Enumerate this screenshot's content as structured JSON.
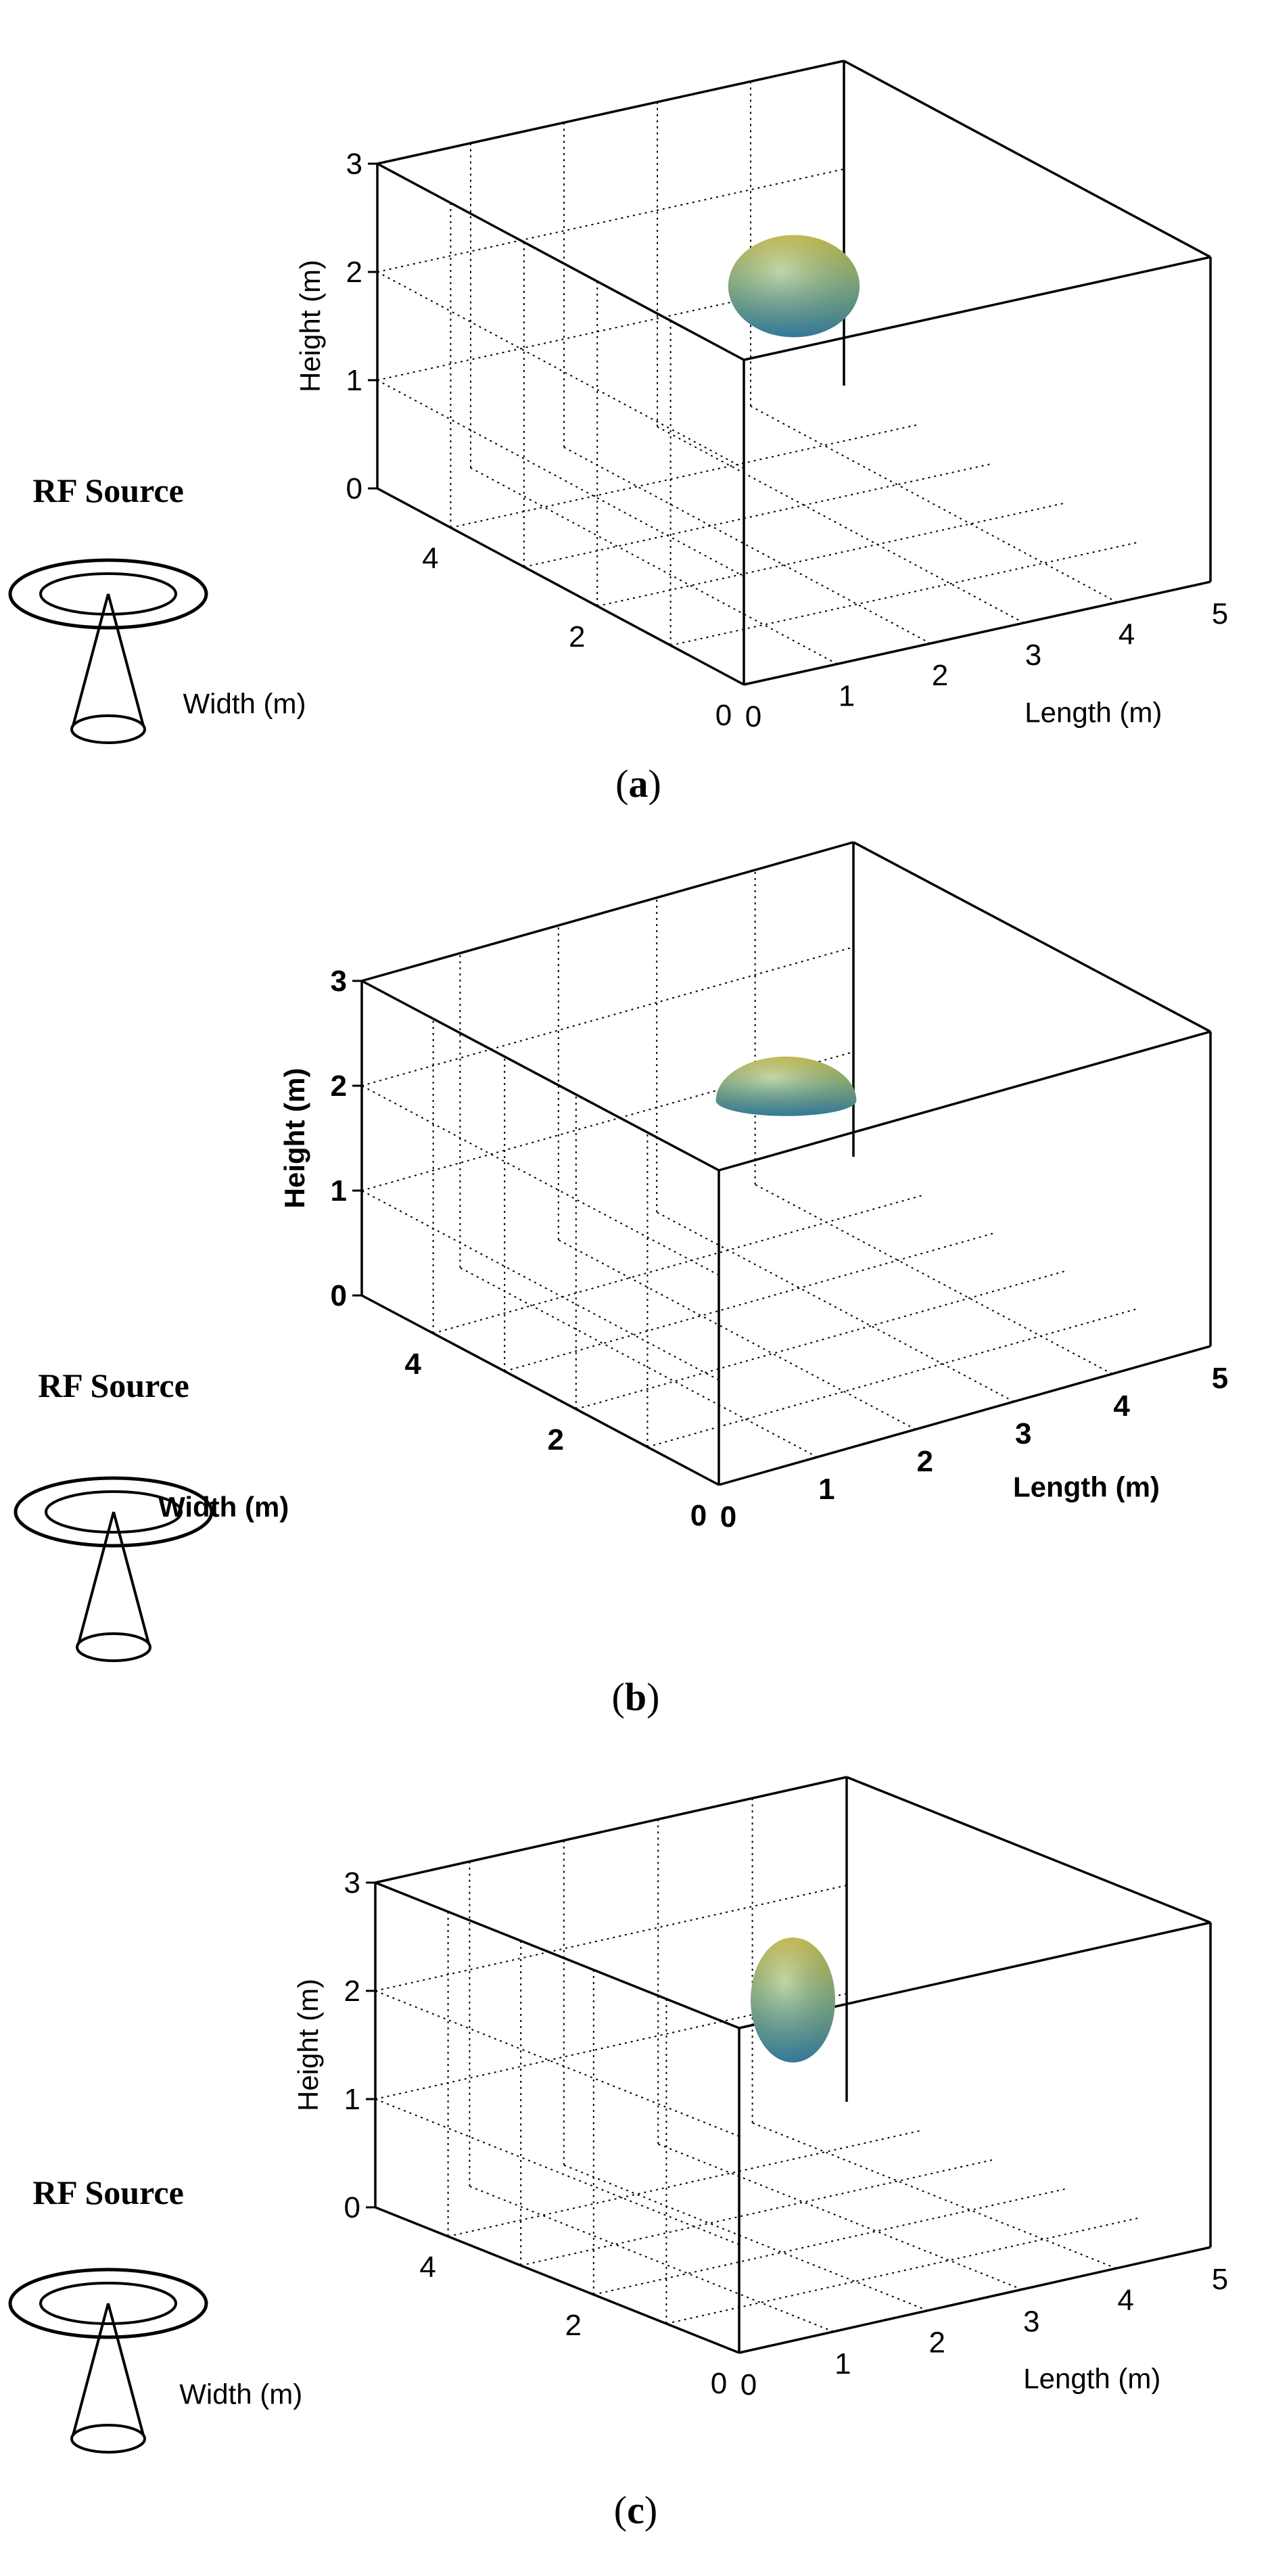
{
  "panels": [
    {
      "label_letter": "a",
      "caption_left": "(",
      "caption_right": ")",
      "source_label": "RF Source",
      "chart_data": {
        "type": "scatter3d",
        "xlabel": "Length (m)",
        "ylabel": "Width (m)",
        "zlabel": "Height (m)",
        "xlim": [
          0,
          5
        ],
        "ylim": [
          0,
          5
        ],
        "zlim": [
          0,
          3
        ],
        "xticks": [
          "0",
          "1",
          "2",
          "3",
          "4",
          "5"
        ],
        "yticks": [
          "0",
          "2",
          "4"
        ],
        "zticks": [
          "0",
          "1",
          "2",
          "3"
        ],
        "grid": true,
        "object": {
          "shape": "ellipsoid",
          "center": [
            2.5,
            2.5,
            2.3
          ],
          "semi_axes": [
            0.55,
            0.55,
            0.45
          ]
        }
      }
    },
    {
      "label_letter": "b",
      "caption_left": "(",
      "caption_right": ")",
      "source_label": "RF Source",
      "chart_data": {
        "type": "scatter3d",
        "xlabel": "Length (m)",
        "ylabel": "Width (m)",
        "zlabel": "Height (m)",
        "xlim": [
          0,
          5
        ],
        "ylim": [
          0,
          5
        ],
        "zlim": [
          0,
          3
        ],
        "xticks": [
          "0",
          "1",
          "2",
          "3",
          "4",
          "5"
        ],
        "yticks": [
          "0",
          "2",
          "4"
        ],
        "zticks": [
          "0",
          "1",
          "2",
          "3"
        ],
        "grid": true,
        "object": {
          "shape": "hemisphere",
          "center": [
            2.5,
            2.5,
            2.1
          ],
          "semi_axes": [
            0.55,
            0.55,
            0.4
          ]
        }
      }
    },
    {
      "label_letter": "c",
      "caption_left": "(",
      "caption_right": ")",
      "source_label": "RF Source",
      "chart_data": {
        "type": "scatter3d",
        "xlabel": "Length (m)",
        "ylabel": "Width (m)",
        "zlabel": "Height (m)",
        "xlim": [
          0,
          5
        ],
        "ylim": [
          0,
          5
        ],
        "zlim": [
          0,
          3
        ],
        "xticks": [
          "0",
          "1",
          "2",
          "3",
          "4",
          "5"
        ],
        "yticks": [
          "0",
          "2",
          "4"
        ],
        "zticks": [
          "0",
          "1",
          "2",
          "3"
        ],
        "grid": true,
        "object": {
          "shape": "ellipsoid",
          "center": [
            2.5,
            2.5,
            2.1
          ],
          "semi_axes": [
            0.35,
            0.35,
            0.55
          ]
        }
      }
    }
  ],
  "colors": {
    "frame": "#000000",
    "grid": "#000000",
    "object_top": "#d4c84a",
    "object_mid": "#86b88a",
    "object_bottom": "#3a8fb0"
  }
}
